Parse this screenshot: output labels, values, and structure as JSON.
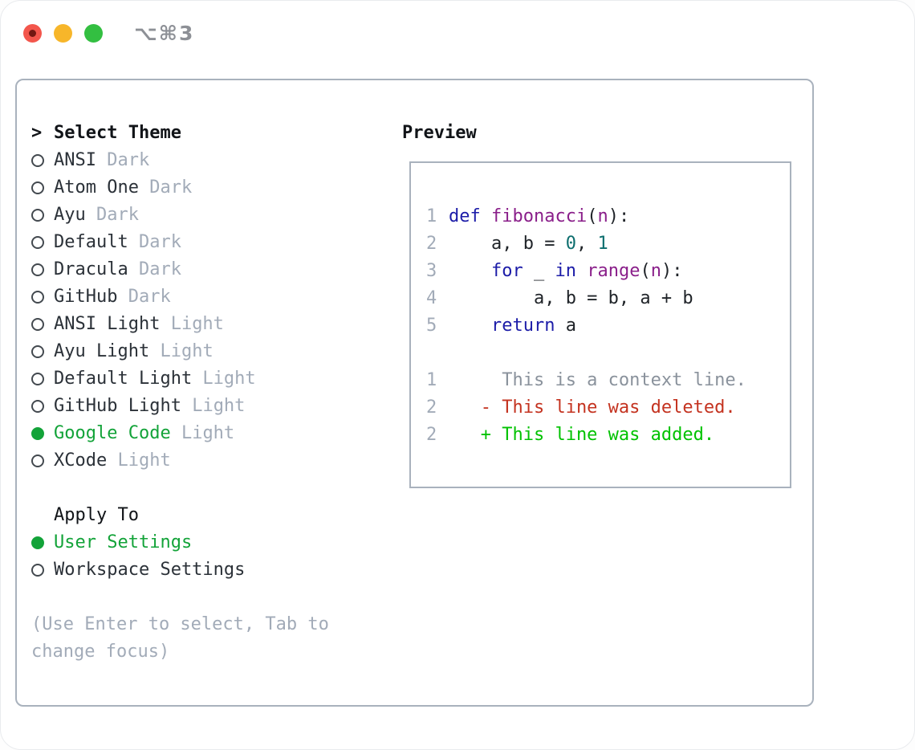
{
  "titlebar": {
    "shortcut": "⌥⌘3",
    "buttons": [
      "close",
      "minimize",
      "zoom"
    ]
  },
  "theme_panel": {
    "header": {
      "caret": ">",
      "label": "Select Theme"
    },
    "themes": [
      {
        "name": "ANSI",
        "tag": "Dark",
        "selected": false
      },
      {
        "name": "Atom One",
        "tag": "Dark",
        "selected": false
      },
      {
        "name": "Ayu",
        "tag": "Dark",
        "selected": false
      },
      {
        "name": "Default",
        "tag": "Dark",
        "selected": false
      },
      {
        "name": "Dracula",
        "tag": "Dark",
        "selected": false
      },
      {
        "name": "GitHub",
        "tag": "Dark",
        "selected": false
      },
      {
        "name": "ANSI Light",
        "tag": "Light",
        "selected": false
      },
      {
        "name": "Ayu Light",
        "tag": "Light",
        "selected": false
      },
      {
        "name": "Default Light",
        "tag": "Light",
        "selected": false
      },
      {
        "name": "GitHub Light",
        "tag": "Light",
        "selected": false
      },
      {
        "name": "Google Code",
        "tag": "Light",
        "selected": true
      },
      {
        "name": "XCode",
        "tag": "Light",
        "selected": false
      }
    ],
    "apply_to": {
      "label": "Apply To",
      "options": [
        {
          "name": "User Settings",
          "selected": true
        },
        {
          "name": "Workspace Settings",
          "selected": false
        }
      ]
    },
    "hint": "(Use Enter to select, Tab to change focus)"
  },
  "preview": {
    "title": "Preview",
    "lines": [
      {
        "no": "1",
        "tokens": [
          [
            "kw",
            "def "
          ],
          [
            "fn",
            "fibonacci"
          ],
          [
            "pl",
            "("
          ],
          [
            "fn",
            "n"
          ],
          [
            "pl",
            "):"
          ]
        ]
      },
      {
        "no": "2",
        "tokens": [
          [
            "pl",
            "    a, b = "
          ],
          [
            "nm",
            "0"
          ],
          [
            "pl",
            ", "
          ],
          [
            "nm",
            "1"
          ]
        ]
      },
      {
        "no": "3",
        "tokens": [
          [
            "pl",
            "    "
          ],
          [
            "kw",
            "for"
          ],
          [
            "pl",
            " _ "
          ],
          [
            "kw",
            "in"
          ],
          [
            "pl",
            " "
          ],
          [
            "fn",
            "range"
          ],
          [
            "pl",
            "("
          ],
          [
            "fn",
            "n"
          ],
          [
            "pl",
            "):"
          ]
        ]
      },
      {
        "no": "4",
        "tokens": [
          [
            "pl",
            "        a, b = b, a + b"
          ]
        ]
      },
      {
        "no": "5",
        "tokens": [
          [
            "pl",
            "    "
          ],
          [
            "kw",
            "return"
          ],
          [
            "pl",
            " a"
          ]
        ]
      },
      {
        "no": "",
        "tokens": []
      },
      {
        "no": "1",
        "tokens": [
          [
            "ctx",
            "     This is a context line."
          ]
        ]
      },
      {
        "no": "2",
        "tokens": [
          [
            "del",
            "   - This line was deleted."
          ]
        ]
      },
      {
        "no": "2",
        "tokens": [
          [
            "add",
            "   + This line was added."
          ]
        ]
      }
    ]
  },
  "colors": {
    "accent_green": "#13a339",
    "border": "#a9b2bd",
    "text": "#2b3138",
    "muted": "#a2abb8",
    "muted_dark": "#8d9096",
    "ctx": "#8a929c",
    "kw": "#1c1ca8",
    "fn": "#8a1f8a",
    "nm": "#0d6e6e",
    "del": "#c43320",
    "add": "#00c200",
    "light_red": "#f3564c",
    "light_red_dot": "#731812",
    "light_yellow": "#f7b62a",
    "light_green": "#33bf41"
  }
}
